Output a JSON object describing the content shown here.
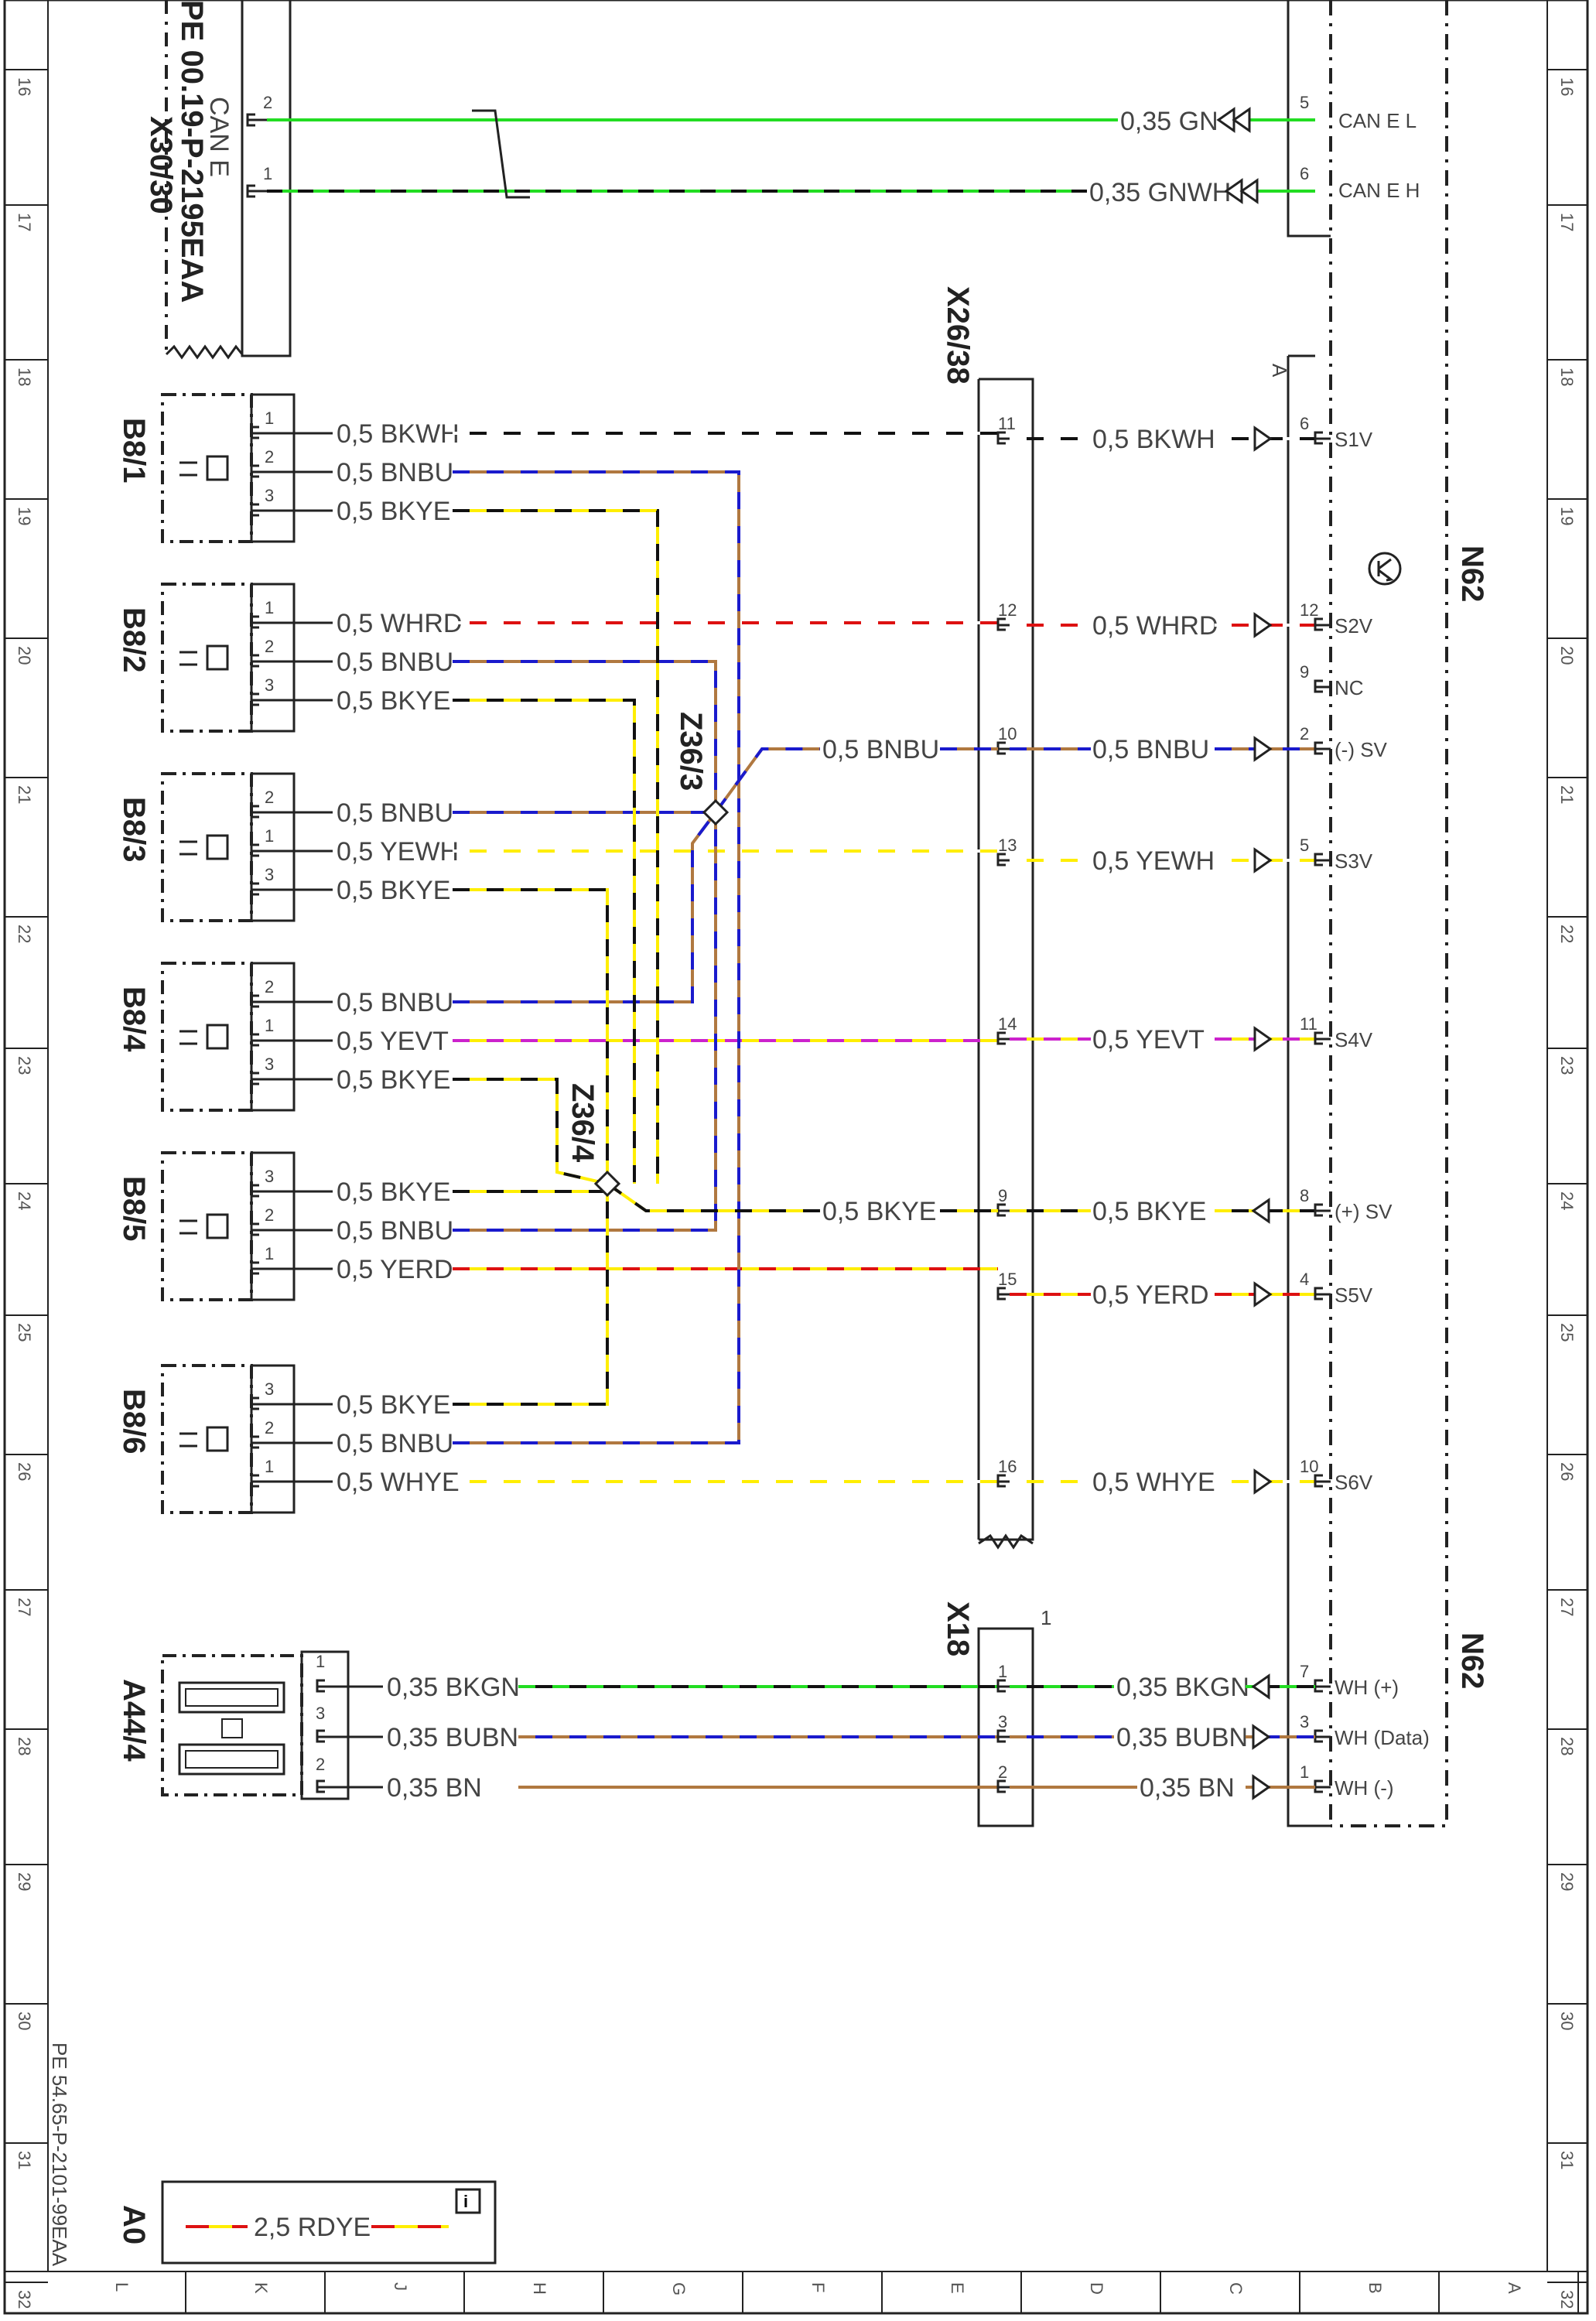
{
  "frame": {
    "row_numbers": [
      "16",
      "17",
      "18",
      "19",
      "20",
      "21",
      "22",
      "23",
      "24",
      "25",
      "26",
      "27",
      "28",
      "29",
      "30",
      "31",
      "32"
    ],
    "column_letters": [
      "L",
      "K",
      "J",
      "H",
      "G",
      "F",
      "E",
      "D",
      "C",
      "B",
      "A"
    ]
  },
  "can_connector": {
    "id": "X30/30",
    "ref": "PE 00.19-P-2195EAA",
    "label": "CAN E",
    "pins": [
      "2",
      "1"
    ],
    "wires": [
      "0,35 GN",
      "0,35 GNWH"
    ]
  },
  "x26": {
    "id": "X26/38"
  },
  "n62": {
    "id": "N62",
    "section_a": "A",
    "can_pins": [
      {
        "num": "5",
        "label": "CAN E L"
      },
      {
        "num": "6",
        "label": "CAN E H"
      }
    ],
    "pins": [
      {
        "num": "6",
        "label": "S1V"
      },
      {
        "num": "12",
        "label": "S2V"
      },
      {
        "num": "9",
        "label": "NC"
      },
      {
        "num": "2",
        "label": "(-) SV"
      },
      {
        "num": "5",
        "label": "S3V"
      },
      {
        "num": "11",
        "label": "S4V"
      },
      {
        "num": "8",
        "label": "(+) SV"
      },
      {
        "num": "4",
        "label": "S5V"
      },
      {
        "num": "10",
        "label": "S6V"
      },
      {
        "num": "7",
        "label": "WH (+)"
      },
      {
        "num": "3",
        "label": "WH (Data)"
      },
      {
        "num": "1",
        "label": "WH (-)"
      }
    ]
  },
  "sensors": [
    {
      "id": "B8/1",
      "pins": [
        "1",
        "2",
        "3"
      ],
      "wires": [
        "0,5 BKWH",
        "0,5 BNBU",
        "0,5 BKYE"
      ]
    },
    {
      "id": "B8/2",
      "pins": [
        "1",
        "2",
        "3"
      ],
      "wires": [
        "0,5 WHRD",
        "0,5 BNBU",
        "0,5 BKYE"
      ]
    },
    {
      "id": "B8/3",
      "pins": [
        "2",
        "1",
        "3"
      ],
      "wires": [
        "0,5 BNBU",
        "0,5 YEWH",
        "0,5 BKYE"
      ]
    },
    {
      "id": "B8/4",
      "pins": [
        "2",
        "1",
        "3"
      ],
      "wires": [
        "0,5 BNBU",
        "0,5 YEVT",
        "0,5 BKYE"
      ]
    },
    {
      "id": "B8/5",
      "pins": [
        "3",
        "2",
        "1"
      ],
      "wires": [
        "0,5 BKYE",
        "0,5 BNBU",
        "0,5 YERD"
      ]
    },
    {
      "id": "B8/6",
      "pins": [
        "3",
        "2",
        "1"
      ],
      "wires": [
        "0,5 BKYE",
        "0,5 BNBU",
        "0,5 WHYE"
      ]
    }
  ],
  "splices": {
    "z3": "Z36/3",
    "z4": "Z36/4"
  },
  "x26_pins": [
    "11",
    "12",
    "10",
    "13",
    "14",
    "9",
    "15",
    "16"
  ],
  "right_wires": [
    "0,5 BKWH",
    "0,5 WHRD",
    "0,5 BNBU",
    "0,5 YEWH",
    "0,5 YEVT",
    "0,5 BKYE",
    "0,5 YERD",
    "0,5 WHYE"
  ],
  "mid_wires": {
    "bnbu": "0,5 BNBU",
    "bkye": "0,5 BKYE"
  },
  "a44": {
    "id": "A44/4",
    "pins": [
      "1",
      "3",
      "2"
    ],
    "wires": [
      "0,35 BKGN",
      "0,35 BUBN",
      "0,35 BN"
    ]
  },
  "x18": {
    "id": "X18",
    "section": "1",
    "pins": [
      "1",
      "3",
      "2"
    ],
    "wires": [
      "0,35 BKGN",
      "0,35 BUBN",
      "0,35 BN"
    ]
  },
  "legend": {
    "id": "A0",
    "wire": "2,5 RDYE"
  },
  "ref_code": "PE 54.65-P-2101-99EAA",
  "colors": {
    "GN": "#22dd22",
    "YE": "#ffee00",
    "BK": "#111111",
    "BN": "#b07840",
    "BU": "#1a1acc",
    "RD": "#dd1111",
    "VT": "#cc22cc",
    "WH": "#ffffff"
  }
}
